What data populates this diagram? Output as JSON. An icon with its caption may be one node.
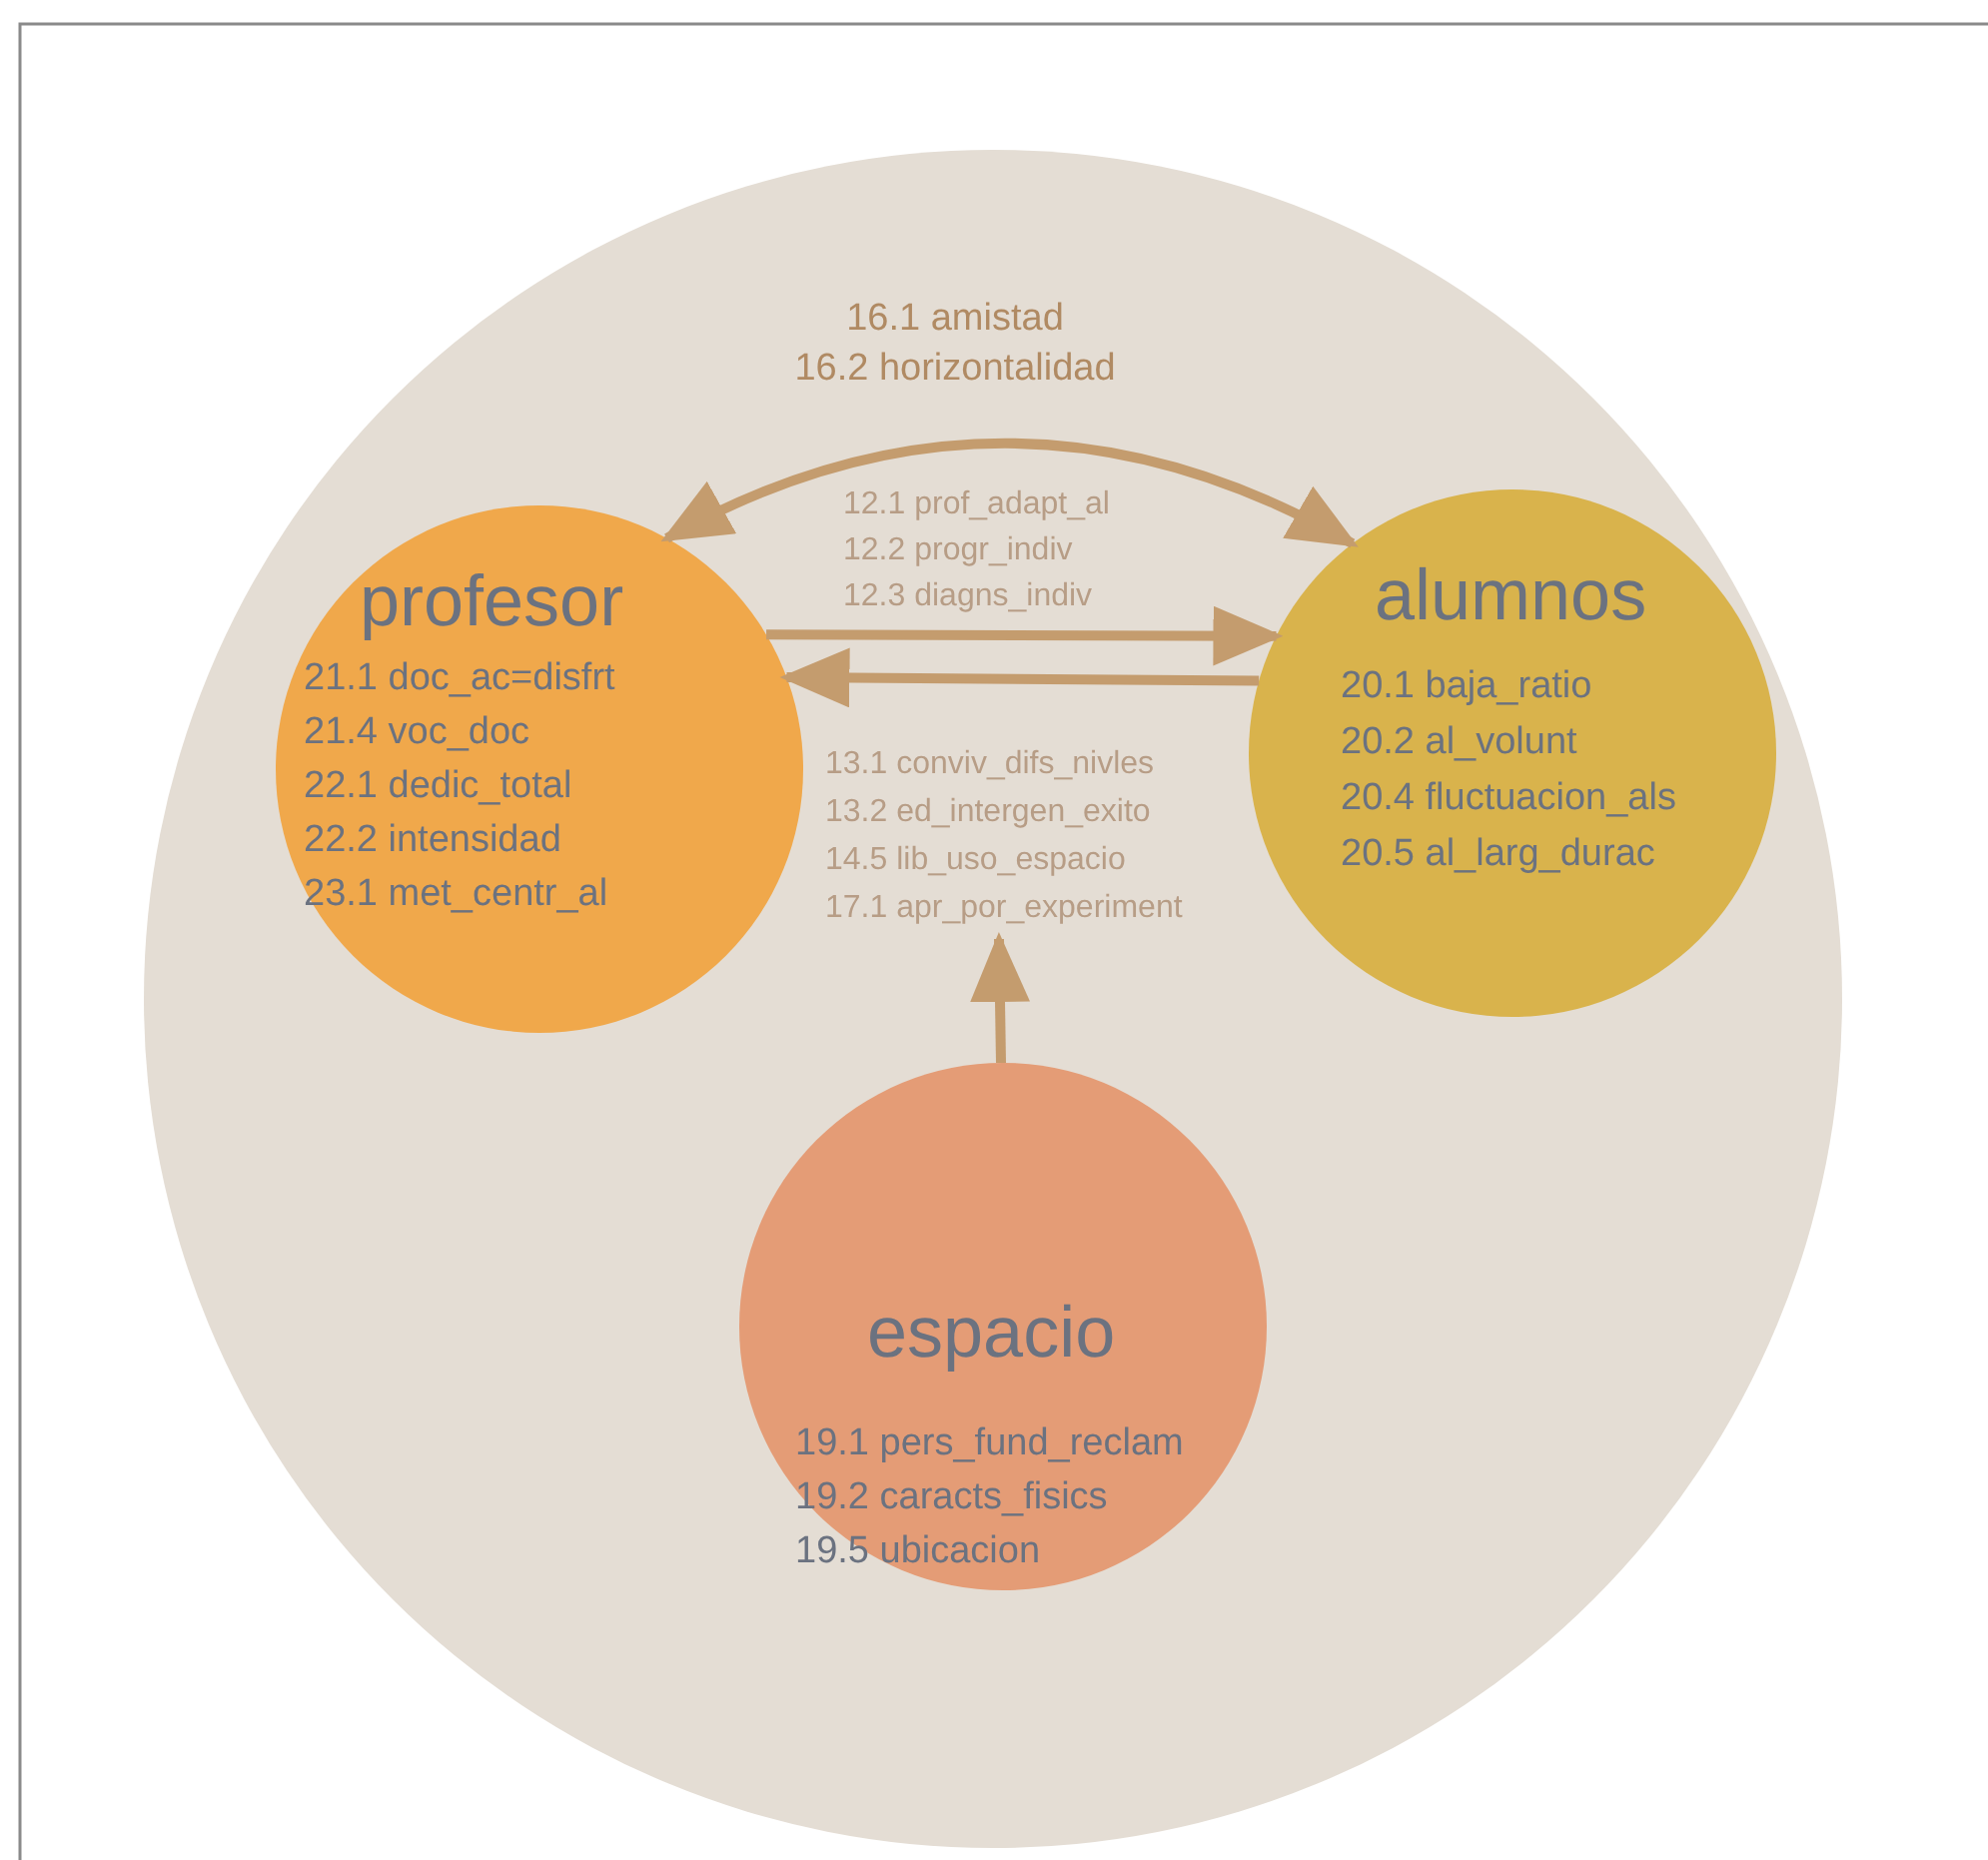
{
  "diagram": {
    "nodes": [
      {
        "text": [],
        "shape": "circle"
      },
      {
        "text": [
          "profesor",
          "21.1 doc_ac=disfrt",
          "21.4 voc_doc",
          "22.1 dedic_total",
          "22.2 intensidad",
          "23.1 met_centr_al"
        ],
        "in": 0
      },
      {
        "text": [
          "alumnos",
          "20.1 baja_ratio",
          "20.2 al_volunt",
          "20.4 fluctuacion_als",
          "20.5 al_larg_durac"
        ],
        "in": 0
      },
      {
        "text": [
          "13.1 conviv_difs_nivles",
          "13.2 ed_intergen_exito",
          "14.5 lib_uso_espacio",
          "17.1 apr_por_experiment"
        ],
        "in": 0
      },
      {
        "text": [
          "espacio",
          "19.1 pers_fund_reclam",
          "19.2 caracts_fisics",
          "19.5 ubicacion"
        ],
        "in": 0
      }
    ],
    "edges": [
      {
        "from": 1,
        "to": 2,
        "arrow": "both"
      },
      {
        "from": 1,
        "to": 2,
        "arrow": "to"
      },
      {
        "from": 2,
        "to": 1,
        "arrow": "to"
      },
      {
        "from": 4,
        "to": 3,
        "arrow": "to"
      }
    ],
    "labels": [
      "16.1 amistad",
      "16.2 horizontalidad",
      "12.1 prof_adapt_al",
      "12.2 progr_indiv",
      "12.3 diagns_indiv"
    ]
  }
}
